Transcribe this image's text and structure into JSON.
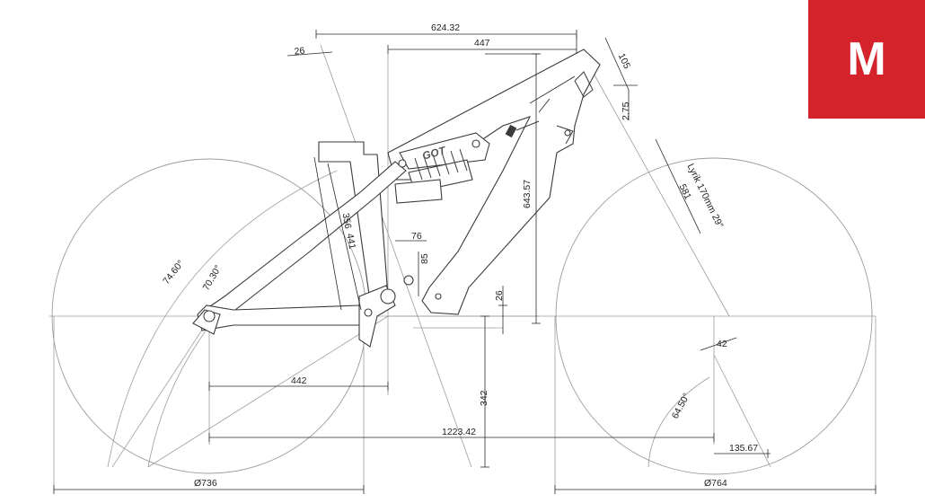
{
  "size_badge": {
    "label": "M",
    "color": "#d4232b"
  },
  "fork_label": "Lyrik 170mm 29\"",
  "wheels": {
    "rear_diameter": "Ø736",
    "front_diameter": "Ø764"
  },
  "dimensions": {
    "reach_total": "624.32",
    "stack_reach": "447",
    "top_offset": "26",
    "headtube_length": "105",
    "headset_top": "2.75",
    "fork_length": "581",
    "stack": "643.57",
    "seat_length_a": "356",
    "seat_length_b": "441",
    "seat_offset": "76",
    "bb_height_small": "85",
    "bb_drop": "26",
    "fork_offset": "42",
    "chainstay": "442",
    "bb_height": "342",
    "wheelbase": "1223.42",
    "front_center_offset": "135.67",
    "seat_angle_effective": "74.60°",
    "seat_angle_actual": "70.30°",
    "head_angle": "64.50°"
  },
  "frame": {
    "shock_brand": "GOT"
  }
}
